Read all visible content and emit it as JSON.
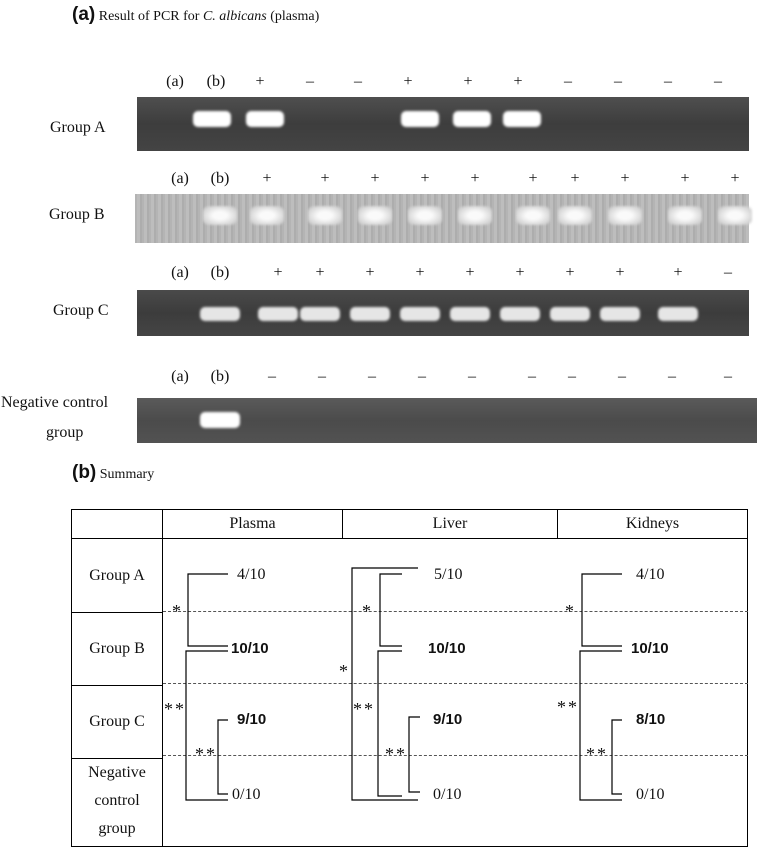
{
  "panel_a": {
    "letter": "(a)",
    "title_prefix": "Result of PCR for ",
    "title_italic": "C. albicans",
    "title_suffix": " (plasma)"
  },
  "gels": [
    {
      "label": "Group A",
      "label_line2": "",
      "marks": [
        "(a)",
        "(b)",
        "+",
        "–",
        "–",
        "+",
        "+",
        "+",
        "–",
        "–",
        "–",
        "–"
      ],
      "bands": [
        false,
        true,
        true,
        false,
        false,
        true,
        true,
        true,
        false,
        false,
        false,
        false
      ]
    },
    {
      "label": "Group B",
      "label_line2": "",
      "marks": [
        "(a)",
        "(b)",
        "+",
        "+",
        "+",
        "+",
        "+",
        "+",
        "+",
        "+",
        "+",
        "+"
      ],
      "bands": [
        false,
        true,
        true,
        true,
        true,
        true,
        true,
        true,
        true,
        true,
        true,
        true
      ]
    },
    {
      "label": "Group C",
      "label_line2": "",
      "marks": [
        "(a)",
        "(b)",
        "+",
        "+",
        "+",
        "+",
        "+",
        "+",
        "+",
        "+",
        "+",
        "–"
      ],
      "bands": [
        false,
        true,
        true,
        true,
        true,
        true,
        true,
        true,
        true,
        true,
        true,
        false
      ]
    },
    {
      "label": "Negative control",
      "label_line2": "group",
      "marks": [
        "(a)",
        "(b)",
        "–",
        "–",
        "–",
        "–",
        "–",
        "–",
        "–",
        "–",
        "–",
        "–"
      ],
      "bands": [
        false,
        true,
        false,
        false,
        false,
        false,
        false,
        false,
        false,
        false,
        false,
        false
      ]
    }
  ],
  "panel_b": {
    "letter": "(b)",
    "title": "Summary"
  },
  "summary": {
    "columns": [
      "Plasma",
      "Liver",
      "Kidneys"
    ],
    "rows": [
      "Group A",
      "Group B",
      "Group C"
    ],
    "negative_row": [
      "Negative",
      "control",
      "group"
    ],
    "values": {
      "plasma": [
        "4/10",
        "10/10",
        "9/10",
        "0/10"
      ],
      "liver": [
        "5/10",
        "10/10",
        "9/10",
        "0/10"
      ],
      "kidneys": [
        "4/10",
        "10/10",
        "8/10",
        "0/10"
      ]
    },
    "single_star": "*",
    "double_star": "**"
  }
}
